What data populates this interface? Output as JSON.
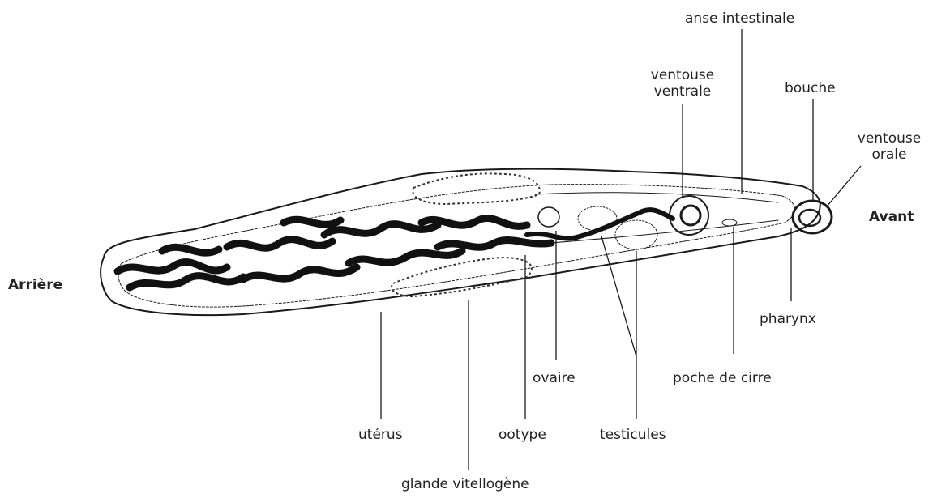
{
  "orientation": {
    "rear": "Arrière",
    "front": "Avant"
  },
  "labels": {
    "anse_intestinale": "anse intestinale",
    "ventouse_ventrale_1": "ventouse",
    "ventouse_ventrale_2": "ventrale",
    "bouche": "bouche",
    "ventouse_orale_1": "ventouse",
    "ventouse_orale_2": "orale",
    "pharynx": "pharynx",
    "poche_de_cirre": "poche de cirre",
    "ovaire": "ovaire",
    "uterus": "utérus",
    "ootype": "ootype",
    "testicules": "testicules",
    "glande_vitellogene": "glande vitellogène"
  },
  "colors": {
    "ink": "#1a1a1a",
    "background": "#ffffff"
  }
}
